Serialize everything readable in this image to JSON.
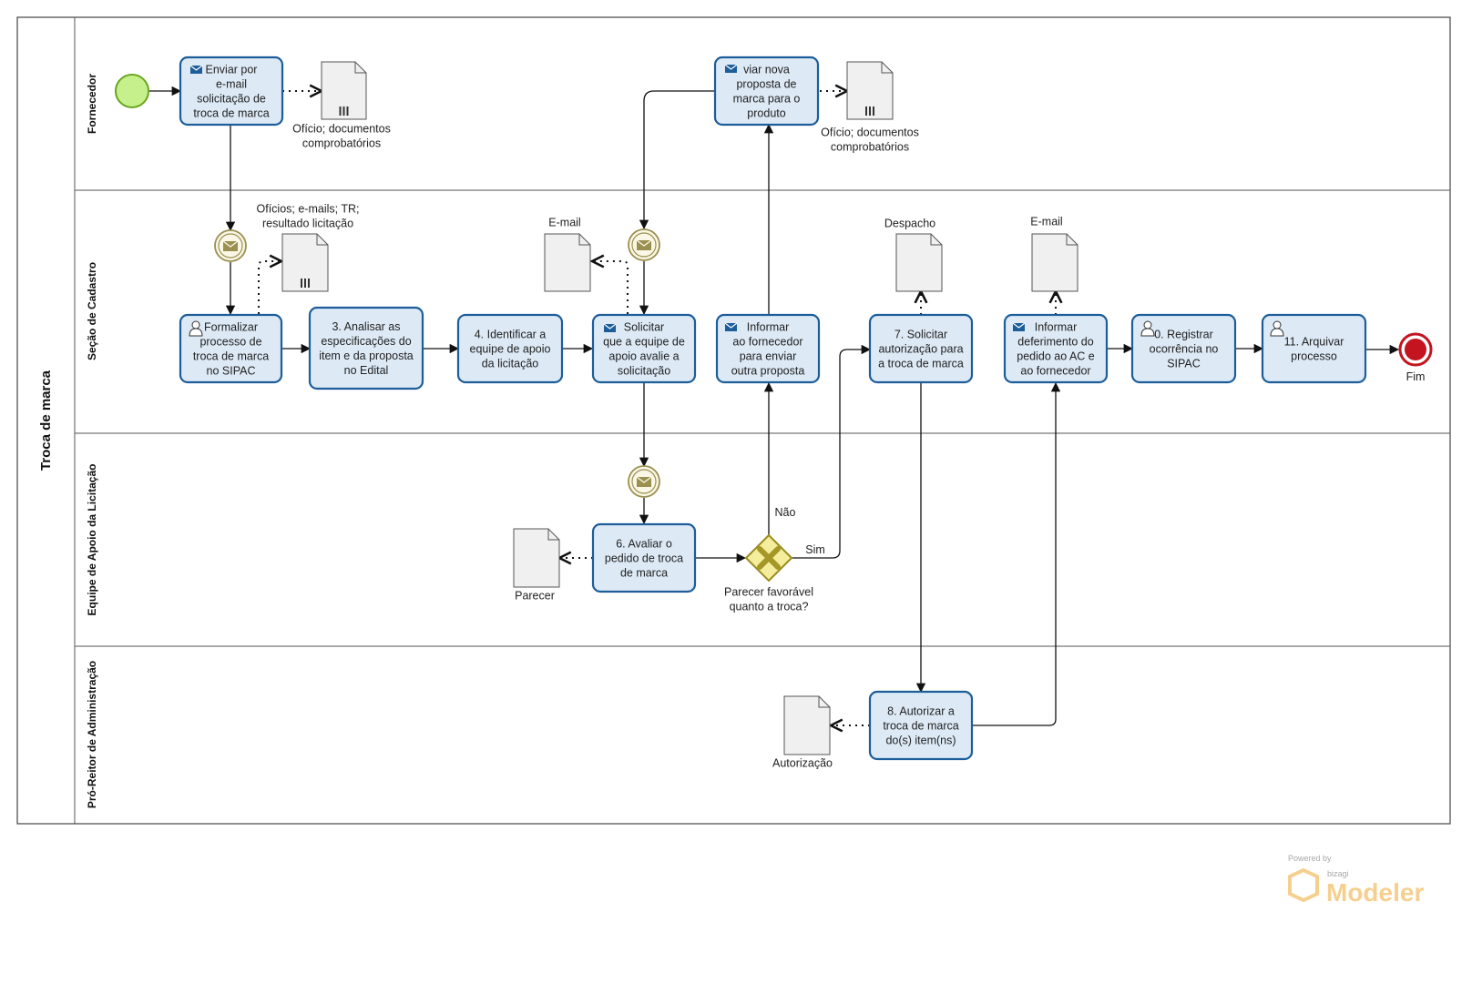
{
  "pool": {
    "title": "Troca de marca"
  },
  "lanes": {
    "fornecedor": "Fornecedor",
    "secao_cadastro": "Seção de Cadastro",
    "equipe_apoio": "Equipe de Apoio da Licitação",
    "pro_reitor": "Pró-Reitor de Administração"
  },
  "tasks": {
    "t1": [
      "Enviar por",
      "e-mail",
      "solicitação de",
      "troca de marca"
    ],
    "t2": [
      "Formalizar",
      "processo de",
      "troca de marca",
      "no SIPAC"
    ],
    "t3": [
      "3. Analisar as",
      "especificações do",
      "item e da proposta",
      "no Edital"
    ],
    "t4": [
      "4. Identificar a",
      "equipe de apoio",
      "da licitação"
    ],
    "t5": [
      "Solicitar",
      "que a equipe de",
      "apoio  avalie a",
      "solicitação"
    ],
    "t6": [
      "6. Avaliar o",
      "pedido de troca",
      "de marca"
    ],
    "t_informar": [
      "Informar",
      "ao fornecedor",
      "para enviar",
      "outra proposta"
    ],
    "t_enviar_nova": [
      "viar nova",
      "proposta de",
      "marca para o",
      "produto"
    ],
    "t7": [
      "7. Solicitar",
      "autorização para",
      "a troca de marca"
    ],
    "t8": [
      "8. Autorizar a",
      "troca de marca",
      "do(s) item(ns)"
    ],
    "t9": [
      "Informar",
      "deferimento do",
      "pedido ao AC e",
      "ao fornecedor"
    ],
    "t10": [
      "0. Registrar",
      "ocorrência no",
      "SIPAC"
    ],
    "t11": [
      "11. Arquivar",
      "processo"
    ]
  },
  "documents": {
    "oficio_1": [
      "Ofício; documentos",
      "comprobatórios"
    ],
    "oficio_2": [
      "Ofício; documentos",
      "comprobatórios"
    ],
    "oficios_emails": [
      "Ofícios; e-mails; TR;",
      "resultado licitação"
    ],
    "email_1": [
      "E-mail"
    ],
    "despacho": [
      "Despacho"
    ],
    "email_2": [
      "E-mail"
    ],
    "parecer": [
      "Parecer"
    ],
    "autorizacao": [
      "Autorização"
    ]
  },
  "gateway": {
    "question": [
      "Parecer favorável",
      "quanto a troca?"
    ],
    "yes": "Sim",
    "no": "Não"
  },
  "events": {
    "end": "Fim"
  },
  "watermark": {
    "powered": "Powered by",
    "brand": "bizagi",
    "product": "Modeler"
  },
  "colors": {
    "task_fill": "#ddeaf6",
    "task_stroke": "#1c5d9a",
    "start_event": "#c6f08c",
    "end_event": "#c4141f",
    "gateway": "#f4ee9c",
    "message_event": "#9a9050"
  }
}
